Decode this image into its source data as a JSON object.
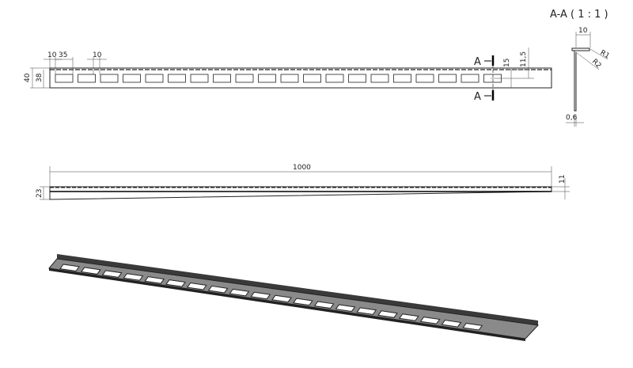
{
  "section": {
    "title": "A-A ( 1 : 1 )",
    "marker_top": "A",
    "marker_bottom": "A",
    "dims": {
      "flange_width": "10",
      "radius_outer": "R1",
      "radius_inner": "R2",
      "thickness": "0,6"
    }
  },
  "top_view": {
    "dims": {
      "edge_offset": "10",
      "slot_length": "35",
      "slot_gap": "10",
      "total_height": "40",
      "inner_height": "38",
      "slot_center": "15",
      "flange_offset": "11,5"
    },
    "slot_count": 20
  },
  "side_view": {
    "dims": {
      "length": "1000",
      "height": "23",
      "flange": "11"
    }
  },
  "colors": {
    "line": "#222222",
    "iso_face": "#8a8a8a",
    "iso_dark": "#3a3a3a"
  }
}
